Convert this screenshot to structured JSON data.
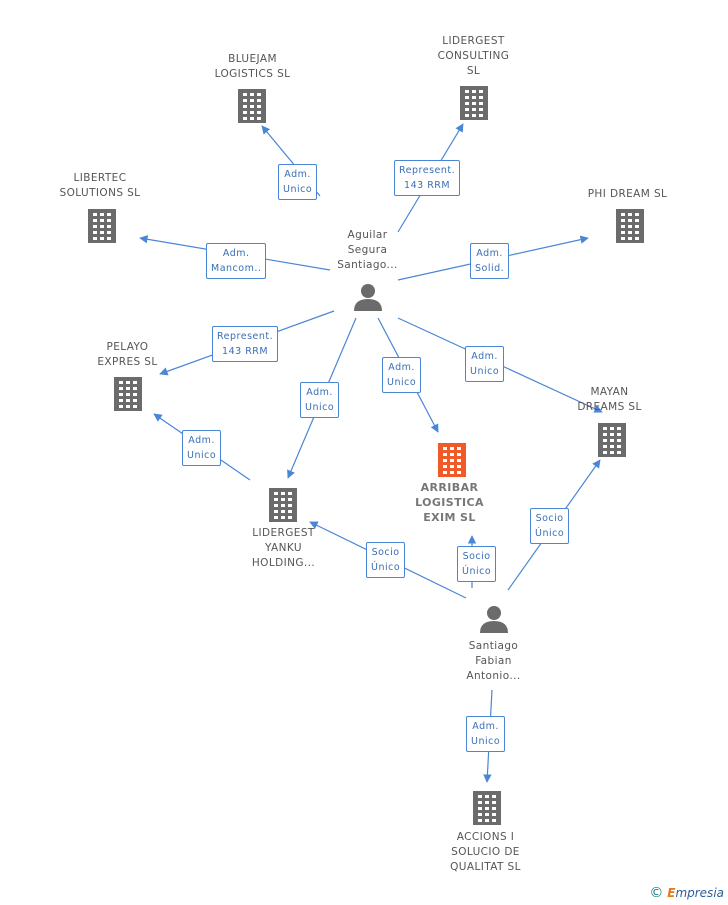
{
  "colors": {
    "company": "#6b6b6b",
    "focus": "#f05a28",
    "person": "#6b6b6b",
    "edge": "#4a86d6"
  },
  "nodes": [
    {
      "id": "bluejam",
      "type": "company",
      "label": "BLUEJAM\nLOGISTICS SL"
    },
    {
      "id": "lidergest_consulting",
      "type": "company",
      "label": "LIDERGEST\nCONSULTING\nSL"
    },
    {
      "id": "libertec",
      "type": "company",
      "label": "LIBERTEC\nSOLUTIONS SL"
    },
    {
      "id": "phidream",
      "type": "company",
      "label": "PHI DREAM SL"
    },
    {
      "id": "aguilar",
      "type": "person",
      "label": "Aguilar\nSegura\nSantiago..."
    },
    {
      "id": "pelayo",
      "type": "company",
      "label": "PELAYO\nEXPRES SL"
    },
    {
      "id": "mayan",
      "type": "company",
      "label": "MAYAN\nDREAMS SL"
    },
    {
      "id": "arribar",
      "type": "focus",
      "label": "ARRIBAR\nLOGISTICA\nEXIM SL"
    },
    {
      "id": "lidergest_yanku",
      "type": "company",
      "label": "LIDERGEST\nYANKU\nHOLDING..."
    },
    {
      "id": "santiago",
      "type": "person",
      "label": "Santiago\nFabian\nAntonio..."
    },
    {
      "id": "accions",
      "type": "company",
      "label": "ACCIONS I\nSOLUCIO DE\nQUALITAT SL"
    }
  ],
  "edges": [
    {
      "from": "aguilar",
      "to": "bluejam",
      "label": "Adm.\nUnico"
    },
    {
      "from": "aguilar",
      "to": "lidergest_consulting",
      "label": "Represent.\n143 RRM"
    },
    {
      "from": "aguilar",
      "to": "libertec",
      "label": "Adm.\nMancom.."
    },
    {
      "from": "aguilar",
      "to": "phidream",
      "label": "Adm.\nSolid."
    },
    {
      "from": "aguilar",
      "to": "pelayo",
      "label": "Represent.\n143 RRM"
    },
    {
      "from": "aguilar",
      "to": "arribar",
      "label": "Adm.\nUnico"
    },
    {
      "from": "aguilar",
      "to": "mayan",
      "label": "Adm.\nUnico"
    },
    {
      "from": "aguilar",
      "to": "lidergest_yanku",
      "label": "Adm.\nUnico"
    },
    {
      "from": "lidergest_yanku",
      "to": "pelayo",
      "label": "Adm.\nUnico"
    },
    {
      "from": "santiago",
      "to": "lidergest_yanku",
      "label": "Socio\nÚnico"
    },
    {
      "from": "santiago",
      "to": "arribar",
      "label": "Socio\nÚnico"
    },
    {
      "from": "santiago",
      "to": "mayan",
      "label": "Socio\nÚnico"
    },
    {
      "from": "santiago",
      "to": "accions",
      "label": "Adm.\nUnico"
    }
  ],
  "watermark": {
    "symbol": "©",
    "brand_e": "E",
    "brand_rest": "mpresia"
  }
}
